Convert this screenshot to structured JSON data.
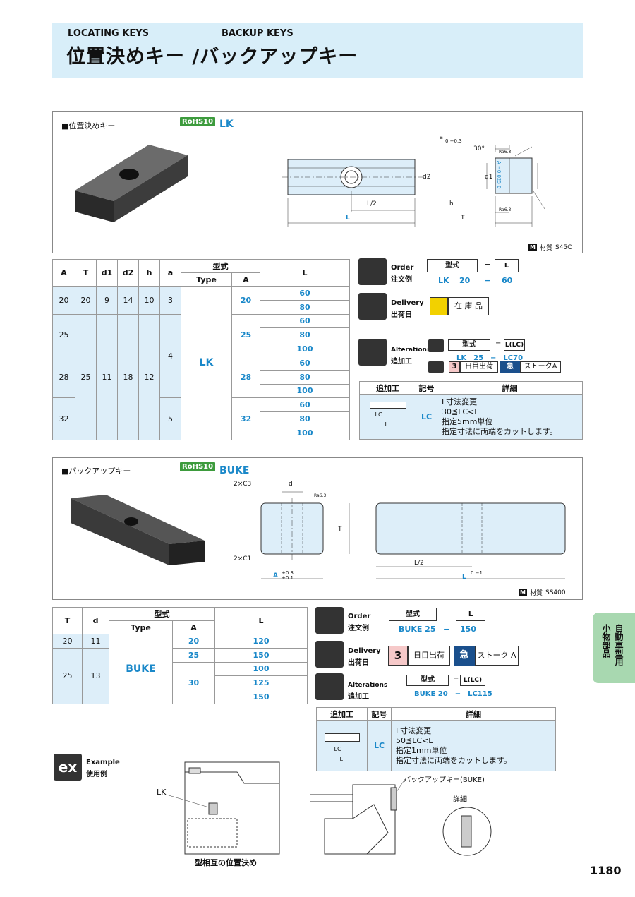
{
  "header": {
    "sub_left": "LOCATING KEYS",
    "sub_right": "BACKUP KEYS",
    "title": "位置決めキー /バックアップキー"
  },
  "lk": {
    "section_title": "■位置決めキー",
    "rohs": "RoHS10",
    "model": "LK",
    "material_label": "材質",
    "material": "S45C",
    "m_icon": "M",
    "dims": {
      "a": "a",
      "a_tol": "0 −0.3",
      "d2": "d2",
      "d1": "d1",
      "A_tol": "A −0.025 0",
      "h": "h",
      "T": "T",
      "L2": "L/2",
      "L": "L",
      "angle": "30°",
      "ra": "Ra6.3"
    },
    "table": {
      "h_A": "A",
      "h_T": "T",
      "h_d1": "d1",
      "h_d2": "d2",
      "h_h": "h",
      "h_a": "a",
      "h_model": "型式",
      "h_type": "Type",
      "h_Acol": "A",
      "h_L": "L",
      "rows": [
        {
          "A": "20",
          "T": "20",
          "d1": "9",
          "d2": "14",
          "h": "10",
          "a": "3",
          "ma": "20",
          "L": [
            "60",
            "80"
          ]
        },
        {
          "A": "25",
          "T": "25",
          "d1": "11",
          "d2": "18",
          "h": "12",
          "a": "4",
          "ma": "25",
          "L": [
            "60",
            "80",
            "100"
          ]
        },
        {
          "A": "28",
          "ma": "28",
          "L": [
            "60",
            "80",
            "100"
          ]
        },
        {
          "A": "32",
          "a": "5",
          "ma": "32",
          "L": [
            "60",
            "80",
            "100"
          ]
        }
      ],
      "type": "LK"
    },
    "order": {
      "en": "Order",
      "jp": "注文例",
      "h_model": "型式",
      "dash": "−",
      "h_L": "L",
      "v_model": "LK",
      "v_A": "20",
      "v_dash": "−",
      "v_L": "60"
    },
    "delivery": {
      "en": "Delivery",
      "jp": "出荷日",
      "stock": "在 庫 品"
    },
    "alterations": {
      "en": "Alterations",
      "jp": "追加工",
      "h_model": "型式",
      "dash": "−",
      "h_L": "L(LC)",
      "v": "LK　25　−　LC70",
      "days_num": "3",
      "days": "日目出荷",
      "express": "急",
      "stroke": "ストークA"
    },
    "alt_table": {
      "h1": "追加工",
      "h2": "記号",
      "h3": "詳細",
      "code": "LC",
      "lc": "LC",
      "l": "L",
      "detail": [
        "L寸法変更",
        "30≦LC<L",
        "指定5mm単位",
        "指定寸法に両端をカットします。"
      ]
    }
  },
  "buke": {
    "section_title": "■バックアップキー",
    "rohs": "RoHS10",
    "model": "BUKE",
    "material_label": "材質",
    "material": "SS400",
    "m_icon": "M",
    "dims": {
      "c3": "2×C3",
      "c1": "2×C1",
      "d": "d",
      "T": "T",
      "A": "A",
      "A_tol": "+0.3 +0.1",
      "L2": "L/2",
      "L": "L",
      "L_tol": "0 −1",
      "ra": "Ra6.3"
    },
    "table": {
      "h_T": "T",
      "h_d": "d",
      "h_model": "型式",
      "h_type": "Type",
      "h_A": "A",
      "h_L": "L",
      "rows": [
        {
          "T": "20",
          "d": "11",
          "A": "20",
          "L": [
            "120"
          ]
        },
        {
          "A": "25",
          "L": [
            "150"
          ]
        },
        {
          "T": "25",
          "d": "13",
          "A": "30",
          "L": [
            "100",
            "125",
            "150"
          ]
        }
      ],
      "type": "BUKE"
    },
    "order": {
      "en": "Order",
      "jp": "注文例",
      "h_model": "型式",
      "dash": "−",
      "h_L": "L",
      "v_model": "BUKE 25",
      "v_dash": "−",
      "v_L": "150"
    },
    "delivery": {
      "en": "Delivery",
      "jp": "出荷日",
      "days_num": "3",
      "days": "日目出荷",
      "express": "急",
      "stroke": "ストーク A"
    },
    "alterations": {
      "en": "Alterations",
      "jp": "追加工",
      "h_model": "型式",
      "dash": "−",
      "h_L": "L(LC)",
      "v": "BUKE 20　−　LC115"
    },
    "alt_table": {
      "h1": "追加工",
      "h2": "記号",
      "h3": "詳細",
      "code": "LC",
      "lc": "LC",
      "l": "L",
      "detail": [
        "L寸法変更",
        "50≦LC<L",
        "指定1mm単位",
        "指定寸法に両端をカットします。"
      ]
    }
  },
  "example": {
    "icon": "ex",
    "en": "Example",
    "jp": "使用例",
    "lk": "LK",
    "caption": "型相互の位置決め",
    "buke_label": "バックアップキー(BUKE)",
    "detail": "詳細"
  },
  "side": {
    "col1": "自動車型用",
    "col2": "小物部品"
  },
  "page_number": "1180",
  "colors": {
    "accent": "#1a88c9",
    "header_bg": "#d8eef9",
    "cell_bg": "#ddeef9",
    "rohs": "#3d9b3d",
    "side_tab": "#a8d8b0"
  }
}
